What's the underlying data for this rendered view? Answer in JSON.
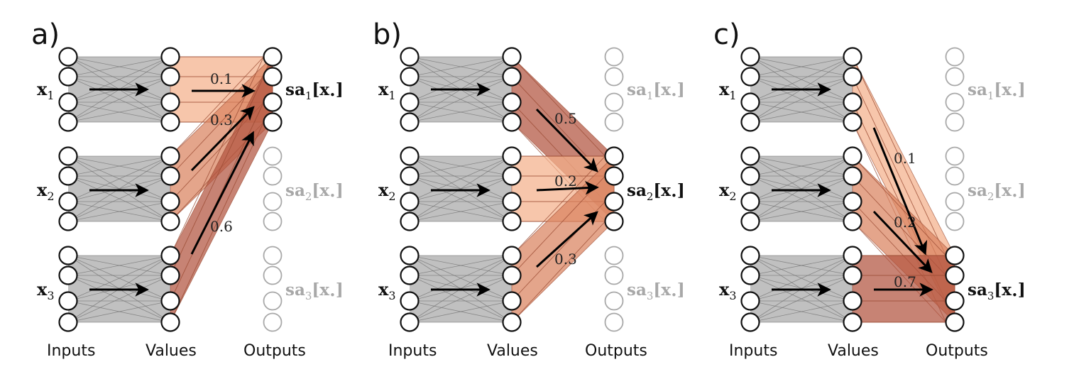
{
  "column_labels": {
    "inputs": "Inputs",
    "values": "Values",
    "outputs": "Outputs"
  },
  "input_labels": [
    {
      "base": "x",
      "sub": "1"
    },
    {
      "base": "x",
      "sub": "2"
    },
    {
      "base": "x",
      "sub": "3"
    }
  ],
  "panels": [
    {
      "label": "a)",
      "active_output": 0,
      "weights": [
        "0.1",
        "0.3",
        "0.6"
      ],
      "output_labels": [
        {
          "base": "sa",
          "sub": "1",
          "bracket_open": "[",
          "arg": "x",
          "dot": "•",
          "bracket_close": "]"
        },
        {
          "base": "sa",
          "sub": "2",
          "bracket_open": "[",
          "arg": "x",
          "dot": "•",
          "bracket_close": "]"
        },
        {
          "base": "sa",
          "sub": "3",
          "bracket_open": "[",
          "arg": "x",
          "dot": "•",
          "bracket_close": "]"
        }
      ]
    },
    {
      "label": "b)",
      "active_output": 1,
      "weights": [
        "0.5",
        "0.2",
        "0.3"
      ],
      "output_labels": [
        {
          "base": "sa",
          "sub": "1",
          "bracket_open": "[",
          "arg": "x",
          "dot": "•",
          "bracket_close": "]"
        },
        {
          "base": "sa",
          "sub": "2",
          "bracket_open": "[",
          "arg": "x",
          "dot": "•",
          "bracket_close": "]"
        },
        {
          "base": "sa",
          "sub": "3",
          "bracket_open": "[",
          "arg": "x",
          "dot": "•",
          "bracket_close": "]"
        }
      ]
    },
    {
      "label": "c)",
      "active_output": 2,
      "weights": [
        "0.1",
        "0.2",
        "0.7"
      ],
      "output_labels": [
        {
          "base": "sa",
          "sub": "1",
          "bracket_open": "[",
          "arg": "x",
          "dot": "•",
          "bracket_close": "]"
        },
        {
          "base": "sa",
          "sub": "2",
          "bracket_open": "[",
          "arg": "x",
          "dot": "•",
          "bracket_close": "]"
        },
        {
          "base": "sa",
          "sub": "3",
          "bracket_open": "[",
          "arg": "x",
          "dot": "•",
          "bracket_close": "]"
        }
      ]
    }
  ],
  "colors": {
    "gray_band": "#8c8c8c",
    "orange_light": "#f4b08a",
    "orange_mid": "#d9825e",
    "orange_dark": "#b2533f",
    "node_stroke": "#111111",
    "node_inactive": "#a8a8a8",
    "arrow": "#000000"
  }
}
